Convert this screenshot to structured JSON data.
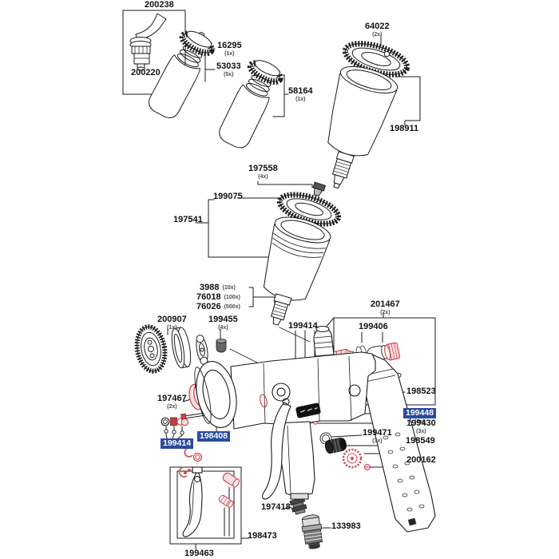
{
  "colors": {
    "highlight_bg": "#2b4b9e",
    "highlight_text": "#ffffff",
    "part_red": "#cf4955",
    "part_blue": "#2b4b9e",
    "line": "#1a1a1a"
  },
  "labels": {
    "n200238": {
      "number": "200238"
    },
    "n200220": {
      "number": "200220"
    },
    "n16295": {
      "number": "16295",
      "qty": "(1x)"
    },
    "n53033": {
      "number": "53033",
      "qty": "(5x)"
    },
    "n58164": {
      "number": "58164",
      "qty": "(1x)"
    },
    "n64022": {
      "number": "64022",
      "qty": "(2x)"
    },
    "n198911": {
      "number": "198911"
    },
    "n197558": {
      "number": "197558",
      "qty": "(4x)"
    },
    "n199075": {
      "number": "199075"
    },
    "n197541": {
      "number": "197541"
    },
    "n3988": {
      "number": "3988",
      "qty": "(10x)"
    },
    "n76018": {
      "number": "76018",
      "qty": "(100x)"
    },
    "n76026": {
      "number": "76026",
      "qty": "(500x)"
    },
    "n200907": {
      "number": "200907",
      "qty": "(1x)"
    },
    "n199455": {
      "number": "199455",
      "qty": "(4x)"
    },
    "n199414_top": {
      "number": "199414"
    },
    "n201467": {
      "number": "201467",
      "qty": "(2x)"
    },
    "n199406": {
      "number": "199406"
    },
    "n198523": {
      "number": "198523"
    },
    "n199448": {
      "number": "199448",
      "qty": "(3x)",
      "highlighted": true
    },
    "n199430": {
      "number": "199430",
      "qty": "(3x)"
    },
    "n199471": {
      "number": "199471",
      "qty": "(3x)"
    },
    "n198549": {
      "number": "198549"
    },
    "n200162": {
      "number": "200162"
    },
    "n197467": {
      "number": "197467",
      "qty": "(2x)"
    },
    "n199414_bottom": {
      "number": "199414",
      "highlighted": true
    },
    "n198408": {
      "number": "198408",
      "highlighted": true
    },
    "n197418": {
      "number": "197418"
    },
    "n133983": {
      "number": "133983"
    },
    "n198473": {
      "number": "198473"
    },
    "n199463": {
      "number": "199463"
    }
  }
}
